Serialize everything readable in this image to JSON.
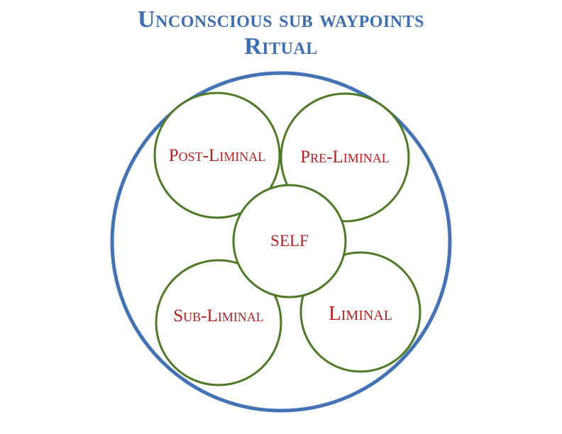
{
  "title": {
    "line1": "Unconscious sub waypoints",
    "line2": "Ritual"
  },
  "colors": {
    "title": "#3d6fb0",
    "outer_ring": "#4372b5",
    "inner_ring": "#4e7a25",
    "label": "#b81f1f"
  },
  "nodes": {
    "post_liminal": "Post-Liminal",
    "pre_liminal": "Pre-Liminal",
    "self": "SELF",
    "sub_liminal": "Sub-Liminal",
    "liminal": "Liminal"
  }
}
